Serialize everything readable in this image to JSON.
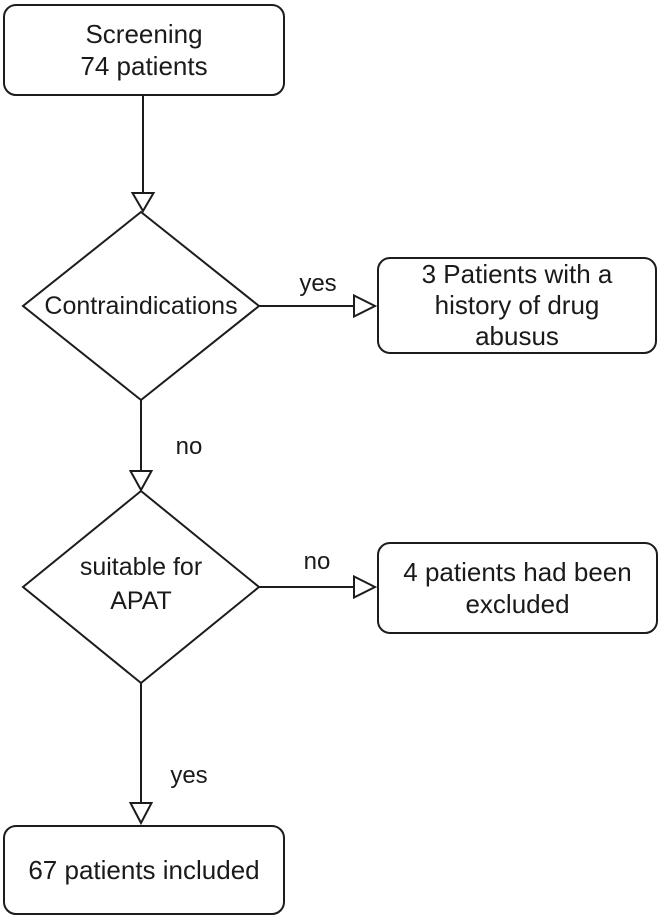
{
  "figure": {
    "type": "flowchart",
    "background_color": "#ffffff",
    "stroke_color": "#1c1c1c",
    "text_color": "#1a1a1a"
  },
  "nodes": {
    "screening": {
      "shape": "rounded-rectangle",
      "lines": [
        "Screening",
        "74 patients"
      ]
    },
    "contraindications": {
      "shape": "decision-diamond",
      "lines": [
        "Contraindications"
      ]
    },
    "drug_abuse": {
      "shape": "rounded-rectangle",
      "lines": [
        "3 Patients with a",
        "history of drug",
        "abusus"
      ]
    },
    "apat": {
      "shape": "decision-diamond",
      "lines": [
        "suitable for",
        "APAT"
      ]
    },
    "excluded": {
      "shape": "rounded-rectangle",
      "lines": [
        "4 patients had been",
        "excluded"
      ]
    },
    "included": {
      "shape": "rounded-rectangle",
      "lines": [
        "67 patients included"
      ]
    }
  },
  "edges": {
    "screening_to_contraindications": {
      "label": ""
    },
    "contraindications_to_drug_abuse": {
      "label": "yes"
    },
    "contraindications_to_apat": {
      "label": "no"
    },
    "apat_to_excluded": {
      "label": "no"
    },
    "apat_to_included": {
      "label": "yes"
    }
  }
}
